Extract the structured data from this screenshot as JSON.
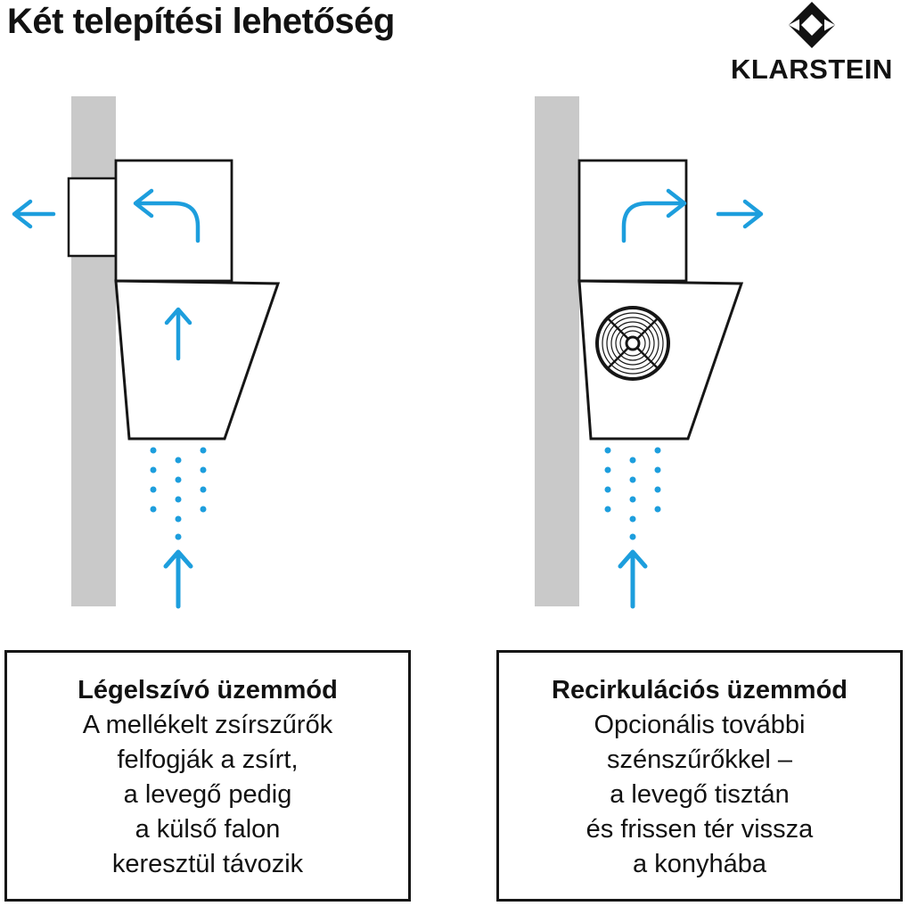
{
  "header": {
    "title": "Két telepítési lehetőség",
    "brand": "KLARSTEIN"
  },
  "colors": {
    "accent_blue": "#1d9edd",
    "wall_gray": "#c9c9c9",
    "outline_black": "#161616"
  },
  "diagrams": {
    "left_mode": "exhaust (air ducted out through exterior wall)",
    "right_mode": "recirculation (air filtered and returned to kitchen)"
  },
  "captions": {
    "left": {
      "title": "Légelszívó üzemmód",
      "lines": [
        "A mellékelt zsírszűrők",
        "felfogják a zsírt,",
        "a levegő pedig",
        "a külső falon",
        "keresztül távozik"
      ]
    },
    "right": {
      "title": "Recirkulációs üzemmód",
      "lines": [
        "Opcionális további",
        "szénszűrőkkel –",
        "a levegő tisztán",
        "és frissen tér vissza",
        "a konyhába"
      ]
    }
  }
}
